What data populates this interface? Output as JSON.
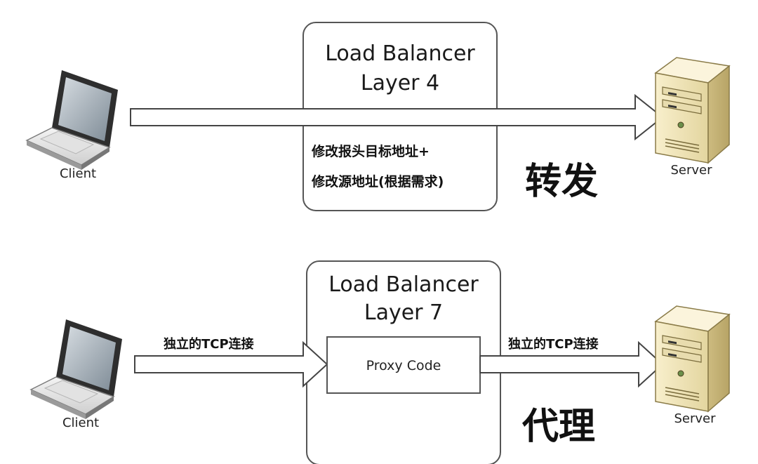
{
  "layer4": {
    "title_line1": "Load Balancer",
    "title_line2": "Layer 4",
    "note_line1": "修改报头目标地址+",
    "note_line2": "修改源地址(根据需求)",
    "mode_label": "转发",
    "client_label": "Client",
    "server_label": "Server"
  },
  "layer7": {
    "title_line1": "Load Balancer",
    "title_line2": "Layer 7",
    "proxy_label": "Proxy Code",
    "left_conn_label": "独立的TCP连接",
    "right_conn_label": "独立的TCP连接",
    "mode_label": "代理",
    "client_label": "Client",
    "server_label": "Server"
  },
  "icons": {
    "client": "laptop-icon",
    "server": "server-tower-icon"
  },
  "colors": {
    "box_border": "#555555",
    "arrow_border": "#444444",
    "laptop_screen": "#9aa6b0",
    "server_body": "#efe3b8"
  }
}
